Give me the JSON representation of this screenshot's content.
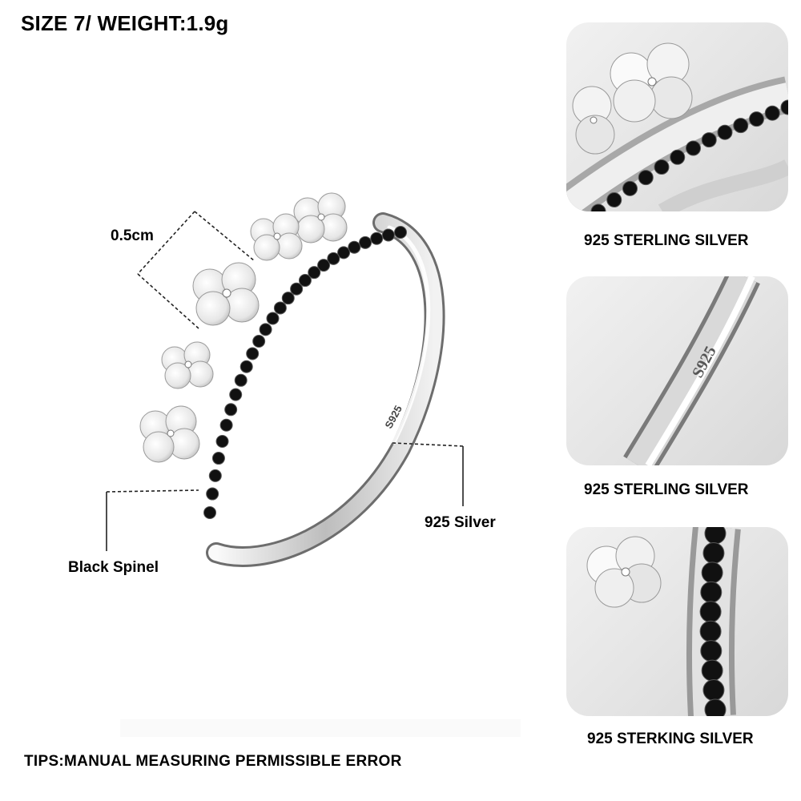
{
  "header": {
    "title": "SIZE 7/ WEIGHT:1.9g"
  },
  "callouts": {
    "size": "0.5cm",
    "silver": "925 Silver",
    "spinel": "Black Spinel"
  },
  "ring": {
    "stamp": "S925"
  },
  "details": [
    {
      "caption": "925 STERLING SILVER"
    },
    {
      "caption": "925 STERLING SILVER",
      "stamp": "S925"
    },
    {
      "caption": "925 STERKING SILVER"
    }
  ],
  "footer": {
    "tips": "TIPS:MANUAL MEASURING PERMISSIBLE  ERROR"
  },
  "colors": {
    "silver_light": "#f4f4f4",
    "silver_dark": "#8a8a8a",
    "spinel": "#111111",
    "panel": "#e6e6e6"
  }
}
